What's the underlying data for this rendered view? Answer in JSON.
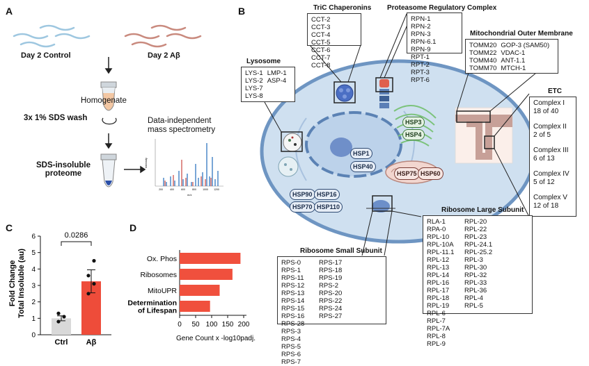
{
  "panelA": {
    "letter": "A",
    "control_label": "Day 2 Control",
    "abeta_label": "Day 2 Aβ",
    "homogenate": "Homogenate",
    "wash": "3x 1% SDS wash",
    "insoluble_line1": "SDS-insoluble",
    "insoluble_line2": "proteome",
    "ms_line1": "Data-independent",
    "ms_line2": "mass spectrometry",
    "ms_ylabel": "Intensity",
    "ms_xlabel": "m/z",
    "ms_ticks": [
      "200",
      "400",
      "600",
      "800",
      "1000",
      "1200"
    ]
  },
  "panelB": {
    "letter": "B",
    "tric": {
      "title": "TriC Chaperonins",
      "col1": [
        "CCT-2",
        "CCT-3",
        "CCT-4",
        "CCT-5"
      ],
      "col2": [
        "CCT-6",
        "CCT-7",
        "CCT-8"
      ]
    },
    "proteasome": {
      "title": "Proteasome Regulatory Complex",
      "col1": [
        "RPN-1",
        "RPN-2",
        "RPN-3",
        "RPN-6.1",
        "RPN-9"
      ],
      "col2": [
        "RPT-1",
        "RPT-2",
        "RPT-3",
        "RPT-6"
      ]
    },
    "mito": {
      "title": "Mitochondrial Outer Membrane",
      "col1": [
        "TOMM20",
        "TOMM22",
        "TOMM40",
        "TOMM70"
      ],
      "col2": [
        "GOP-3 (SAM50)",
        "VDAC-1",
        "ANT-1.1",
        "MTCH-1"
      ]
    },
    "lysosome": {
      "title": "Lysosome",
      "col1": [
        "LYS-1",
        "LYS-2",
        "LYS-7",
        "LYS-8"
      ],
      "col2": [
        "LMP-1",
        "ASP-4"
      ]
    },
    "etc": {
      "title": "ETC",
      "items": [
        {
          "name": "Complex I",
          "value": "18 of 40"
        },
        {
          "name": "Complex II",
          "value": "2 of 5"
        },
        {
          "name": "Complex III",
          "value": "6 of 13"
        },
        {
          "name": "Complex IV",
          "value": "5 of 12"
        },
        {
          "name": "Complex V",
          "value": "12 of 18"
        }
      ]
    },
    "large": {
      "title": "Ribosome Large Subunit",
      "col1": [
        "RLA-1",
        "RPA-0",
        "RPL-10",
        "RPL-10A",
        "RPL-11.1",
        "RPL-12",
        "RPL-13",
        "RPL-14",
        "RPL-16",
        "RPL-17",
        "RPL-18",
        "RPL-19"
      ],
      "col2": [
        "RPL-20",
        "RPL-22",
        "RPL-23",
        "RPL-24.1",
        "RPL-25.2",
        "RPL-3",
        "RPL-30",
        "RPL-32",
        "RPL-33",
        "RPL-36",
        "RPL-4",
        "RPL-5"
      ],
      "col3": [
        "RPL-6",
        "RPL-7",
        "RPL-7A",
        "RPL-8",
        "RPL-9"
      ]
    },
    "small": {
      "title": "Ribosome Small Subunit",
      "col1": [
        "RPS-0",
        "RPS-1",
        "RPS-11",
        "RPS-12",
        "RPS-13",
        "RPS-14",
        "RPS-15",
        "RPS-16"
      ],
      "col2": [
        "RPS-17",
        "RPS-18",
        "RPS-19",
        "RPS-2",
        "RPS-20",
        "RPS-22",
        "RPS-24",
        "RPS-27"
      ],
      "col3": [
        "RPS-28",
        "RPS-3",
        "RPS-4",
        "RPS-5",
        "RPS-6",
        "RPS-7"
      ]
    },
    "hsp": {
      "hsp1": "HSP1",
      "hsp40": "HSP40",
      "hsp3": "HSP3",
      "hsp4": "HSP4",
      "hsp75": "HSP75",
      "hsp60": "HSP60",
      "hsp90": "HSP90",
      "hsp16": "HSP16",
      "hsp70": "HSP70",
      "hsp110": "HSP110"
    }
  },
  "panelC": {
    "letter": "C",
    "ylabel_line1": "Fold Change",
    "ylabel_line2": "Total Insoluble (au)",
    "pvalue": "0.0286",
    "colors": {
      "ctrl": "#d9d9d9",
      "abeta": "#ee4c3a"
    }
  },
  "panelD": {
    "letter": "D",
    "xlabel": "Gene Count x -log10padj.",
    "bar_color": "#f0503d"
  },
  "chart_data": [
    {
      "type": "bar",
      "categories": [
        "Ctrl",
        "Aβ"
      ],
      "values": [
        1.0,
        3.25
      ],
      "errors": [
        0.15,
        0.7
      ],
      "points": [
        [
          0.8,
          1.1,
          1.3
        ],
        [
          2.5,
          3.1,
          3.6,
          4.5
        ]
      ],
      "ylim": [
        0,
        6
      ],
      "yticks": [
        "0",
        "1",
        "2",
        "3",
        "4",
        "5",
        "6"
      ],
      "annotation": "0.0286"
    },
    {
      "type": "bar",
      "orientation": "horizontal",
      "categories": [
        "Ox. Phos",
        "Ribosomes",
        "MitoUPR",
        "Determination of Lifespan"
      ],
      "category_lines": [
        [
          "Ox. Phos"
        ],
        [
          "Ribosomes"
        ],
        [
          "MitoUPR"
        ],
        [
          "Determination",
          "of Lifespan"
        ]
      ],
      "values": [
        190,
        165,
        125,
        95
      ],
      "xlim": [
        0,
        200
      ],
      "xticks": [
        "0",
        "50",
        "100",
        "150",
        "200"
      ],
      "xlabel": "Gene Count x -log10padj."
    }
  ]
}
